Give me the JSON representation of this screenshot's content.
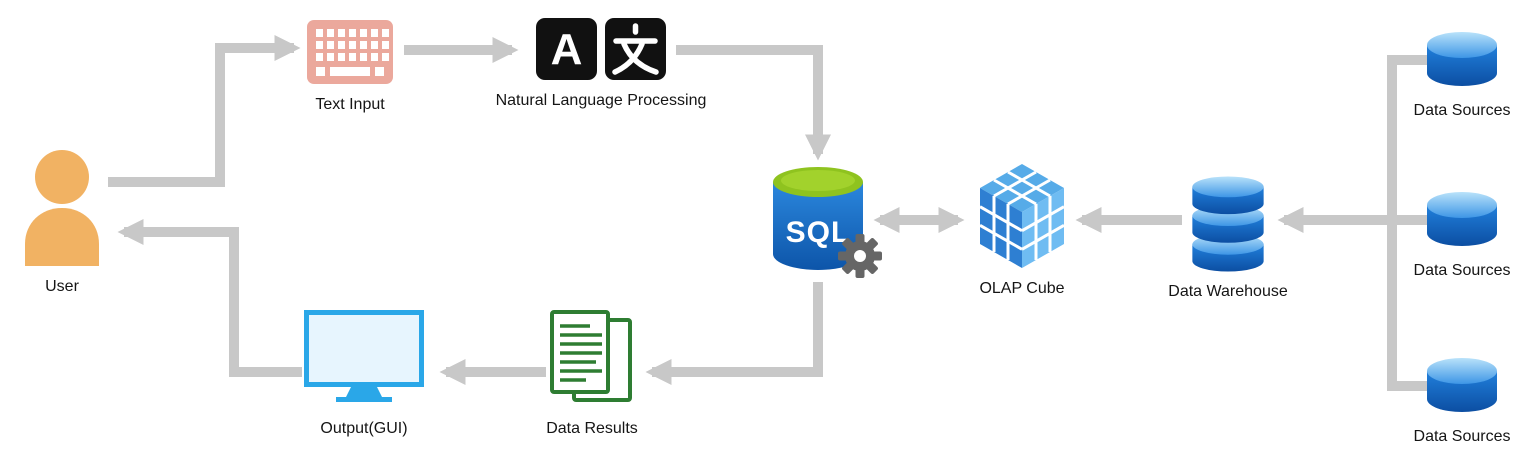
{
  "diagram": {
    "type": "flowchart",
    "background": "#ffffff",
    "nodes": {
      "user": {
        "label": "User"
      },
      "text_input": {
        "label": "Text Input"
      },
      "nlp": {
        "label": "Natural Language Processing",
        "left_glyph": "A",
        "right_glyph": "文"
      },
      "sql_engine": {
        "label": "SQL"
      },
      "olap_cube": {
        "label": "OLAP Cube"
      },
      "data_warehouse": {
        "label": "Data Warehouse"
      },
      "data_source_1": {
        "label": "Data Sources"
      },
      "data_source_2": {
        "label": "Data Sources"
      },
      "data_source_3": {
        "label": "Data Sources"
      },
      "data_results": {
        "label": "Data Results"
      },
      "output_gui": {
        "label": "Output(GUI)"
      }
    },
    "edges": [
      {
        "from": "user",
        "to": "text_input",
        "style": "arrow"
      },
      {
        "from": "text_input",
        "to": "nlp",
        "style": "arrow"
      },
      {
        "from": "nlp",
        "to": "sql_engine",
        "style": "arrow"
      },
      {
        "from": "sql_engine",
        "to": "olap_cube",
        "style": "double-arrow"
      },
      {
        "from": "data_warehouse",
        "to": "olap_cube",
        "style": "arrow"
      },
      {
        "from": "data_source_1",
        "to": "data_warehouse",
        "style": "arrow"
      },
      {
        "from": "data_source_2",
        "to": "data_warehouse",
        "style": "arrow"
      },
      {
        "from": "data_source_3",
        "to": "data_warehouse",
        "style": "arrow"
      },
      {
        "from": "sql_engine",
        "to": "data_results",
        "style": "arrow"
      },
      {
        "from": "data_results",
        "to": "output_gui",
        "style": "arrow"
      },
      {
        "from": "output_gui",
        "to": "user",
        "style": "arrow"
      }
    ],
    "colors": {
      "connector": "#c8c8c8",
      "user_icon": "#f1b263",
      "keyboard_icon": "#eba89c",
      "nlp_square": "#111111",
      "sql_cylinder_top": "#8fc31f",
      "sql_cylinder_body": "#1268c0",
      "gear": "#666666",
      "cube_blue_top": "#56abe8",
      "cube_blue_left": "#2e7fd2",
      "cube_blue_right": "#6fbcf2",
      "database_body_blue": "#1a74d2",
      "database_top_blue": "#a8daf9",
      "results_green": "#2e7d32",
      "monitor_blue": "#2aa7e8",
      "label_text": "#151515"
    }
  }
}
